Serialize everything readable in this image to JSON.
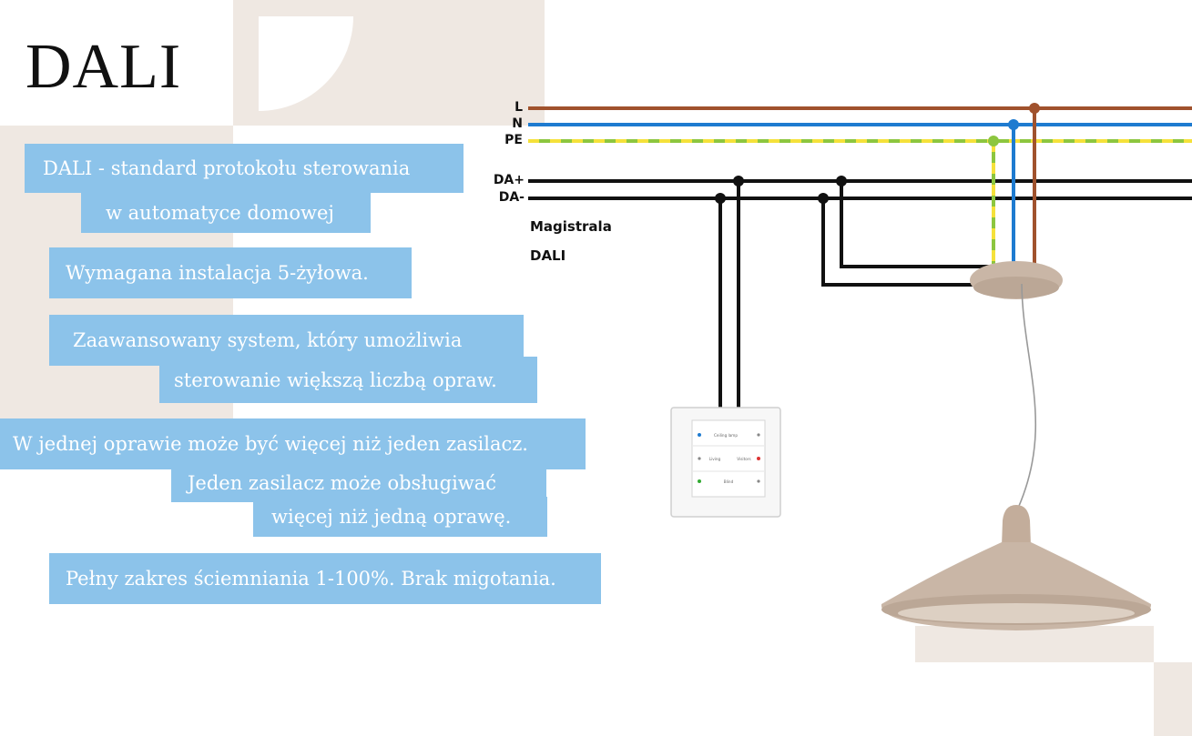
{
  "title": "DALI",
  "info_boxes": {
    "b1": {
      "line1": "DALI - standard protokołu sterowania",
      "line2": "w automatyce domowej"
    },
    "b2": {
      "line1": "Wymagana instalacja 5-żyłowa."
    },
    "b3": {
      "line1": "Zaawansowany system, który umożliwia",
      "line2": "sterowanie większą liczbą opraw."
    },
    "b4": {
      "line1": "W jednej oprawie może być więcej niż jeden zasilacz.",
      "line2": "Jeden zasilacz może obsługiwać",
      "line3": "więcej niż jedną oprawę."
    },
    "b5": {
      "line1": "Pełny zakres ściemniania 1-100%. Brak migotania."
    }
  },
  "wires": {
    "L": "L",
    "N": "N",
    "PE": "PE",
    "DA_plus": "DA+",
    "DA_minus": "DA-"
  },
  "bus_label": {
    "line1": "Magistrala",
    "line2": "DALI"
  },
  "switch_panel": {
    "row1": "Ceiling lamp",
    "row2_left": "Living",
    "row2_right": "Visitors",
    "row3": "Blind"
  },
  "colors": {
    "beige": "#efe8e2",
    "box_blue": "#8cc3ea",
    "wire_L": "#a0522d",
    "wire_N": "#1e7bd0",
    "wire_PE_green": "#8cc63f",
    "wire_PE_yellow": "#f5e13a",
    "wire_DA": "#111111",
    "lamp": "#c9b6a6"
  }
}
